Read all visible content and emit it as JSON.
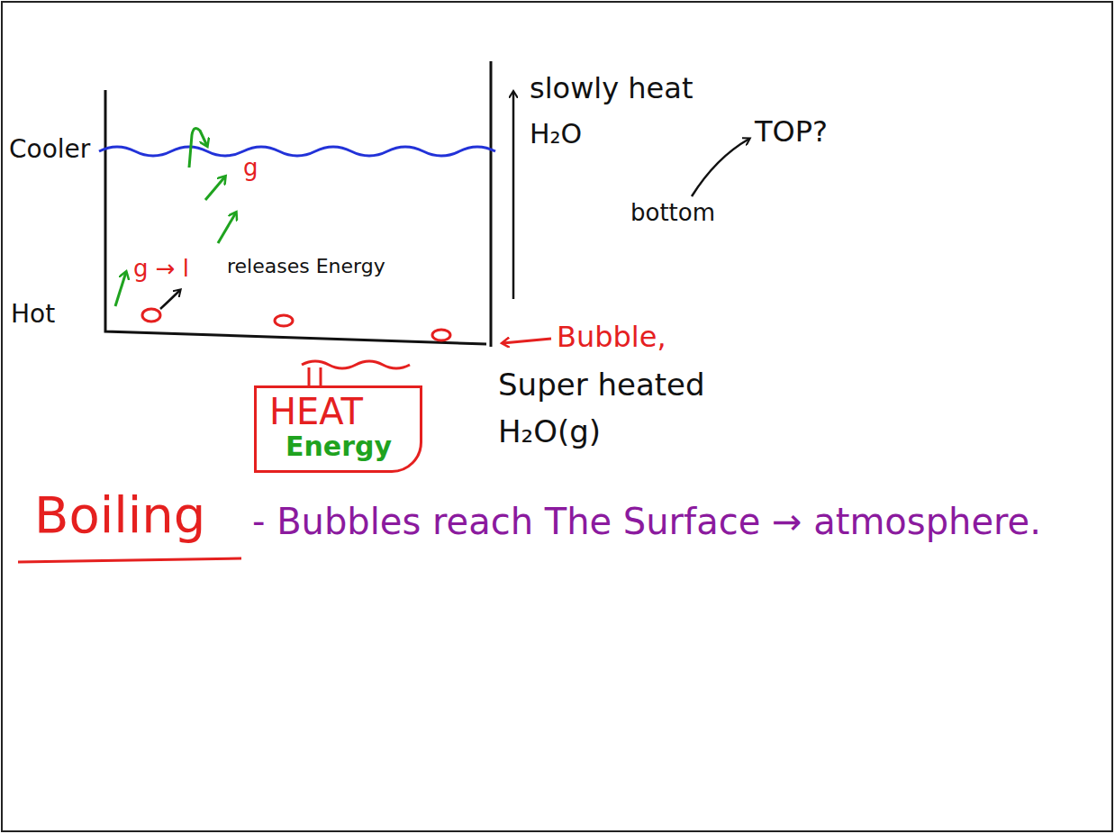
{
  "diagram": {
    "nodes": [
      {
        "text": [
          "HEAT",
          "Energy"
        ]
      }
    ],
    "labels": [
      "Cooler",
      "Hot",
      "g → l",
      "releases Energy",
      "g",
      "slowly heat",
      "H₂O",
      "bottom",
      "TOP?",
      "Bubble,",
      "Super heated",
      "H₂O(g)",
      "Boiling",
      "- Bubbles reach The Surface → atmosphere."
    ]
  }
}
